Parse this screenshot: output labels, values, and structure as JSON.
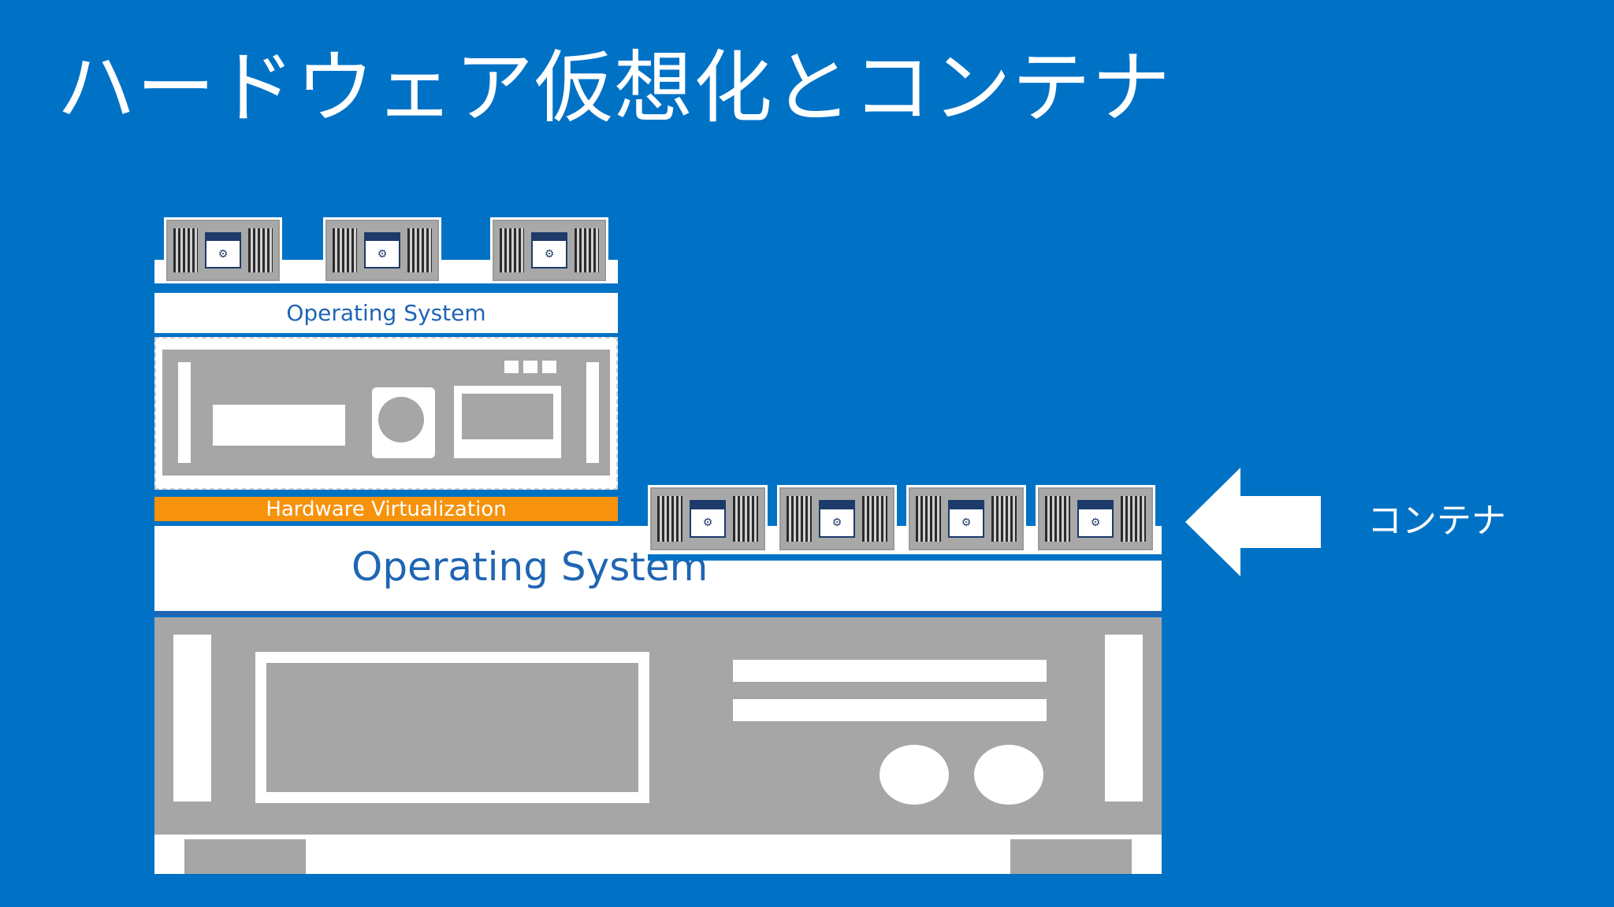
{
  "title": "ハードウェア仮想化とコンテナ",
  "vm_stack": {
    "os_label": "Operating System",
    "hypervisor_label": "Hardware Virtualization"
  },
  "host": {
    "os_label": "Operating System"
  },
  "callout": {
    "label": "コンテナ"
  },
  "icons": {
    "container": "container-icon",
    "window": "app-window-icon",
    "gear": "⚙",
    "arrow": "arrow-left-icon"
  },
  "colors": {
    "background": "#0072C6",
    "hypervisor": "#F7920C",
    "os_text": "#1F65B3",
    "hardware": "#A6A6A6"
  }
}
